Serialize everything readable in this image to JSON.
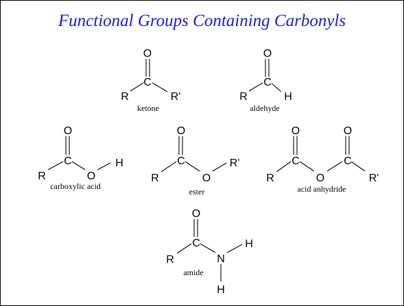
{
  "title": "Functional Groups Containing Carbonyls",
  "colors": {
    "title": "#1a1ad2",
    "ink": "#000000",
    "background": "#ffffff"
  },
  "structures": [
    {
      "name": "ketone",
      "atoms": [
        "O",
        "C",
        "R",
        "R'"
      ]
    },
    {
      "name": "aldehyde",
      "atoms": [
        "O",
        "C",
        "R",
        "H"
      ]
    },
    {
      "name": "carboxylic acid",
      "atoms": [
        "O",
        "C",
        "R",
        "O",
        "H"
      ]
    },
    {
      "name": "ester",
      "atoms": [
        "O",
        "C",
        "R",
        "O",
        "R'"
      ]
    },
    {
      "name": "acid anhydride",
      "atoms": [
        "O",
        "C",
        "R",
        "O",
        "C",
        "O",
        "R'"
      ]
    },
    {
      "name": "amide",
      "atoms": [
        "O",
        "C",
        "R",
        "N",
        "H",
        "H"
      ]
    }
  ]
}
